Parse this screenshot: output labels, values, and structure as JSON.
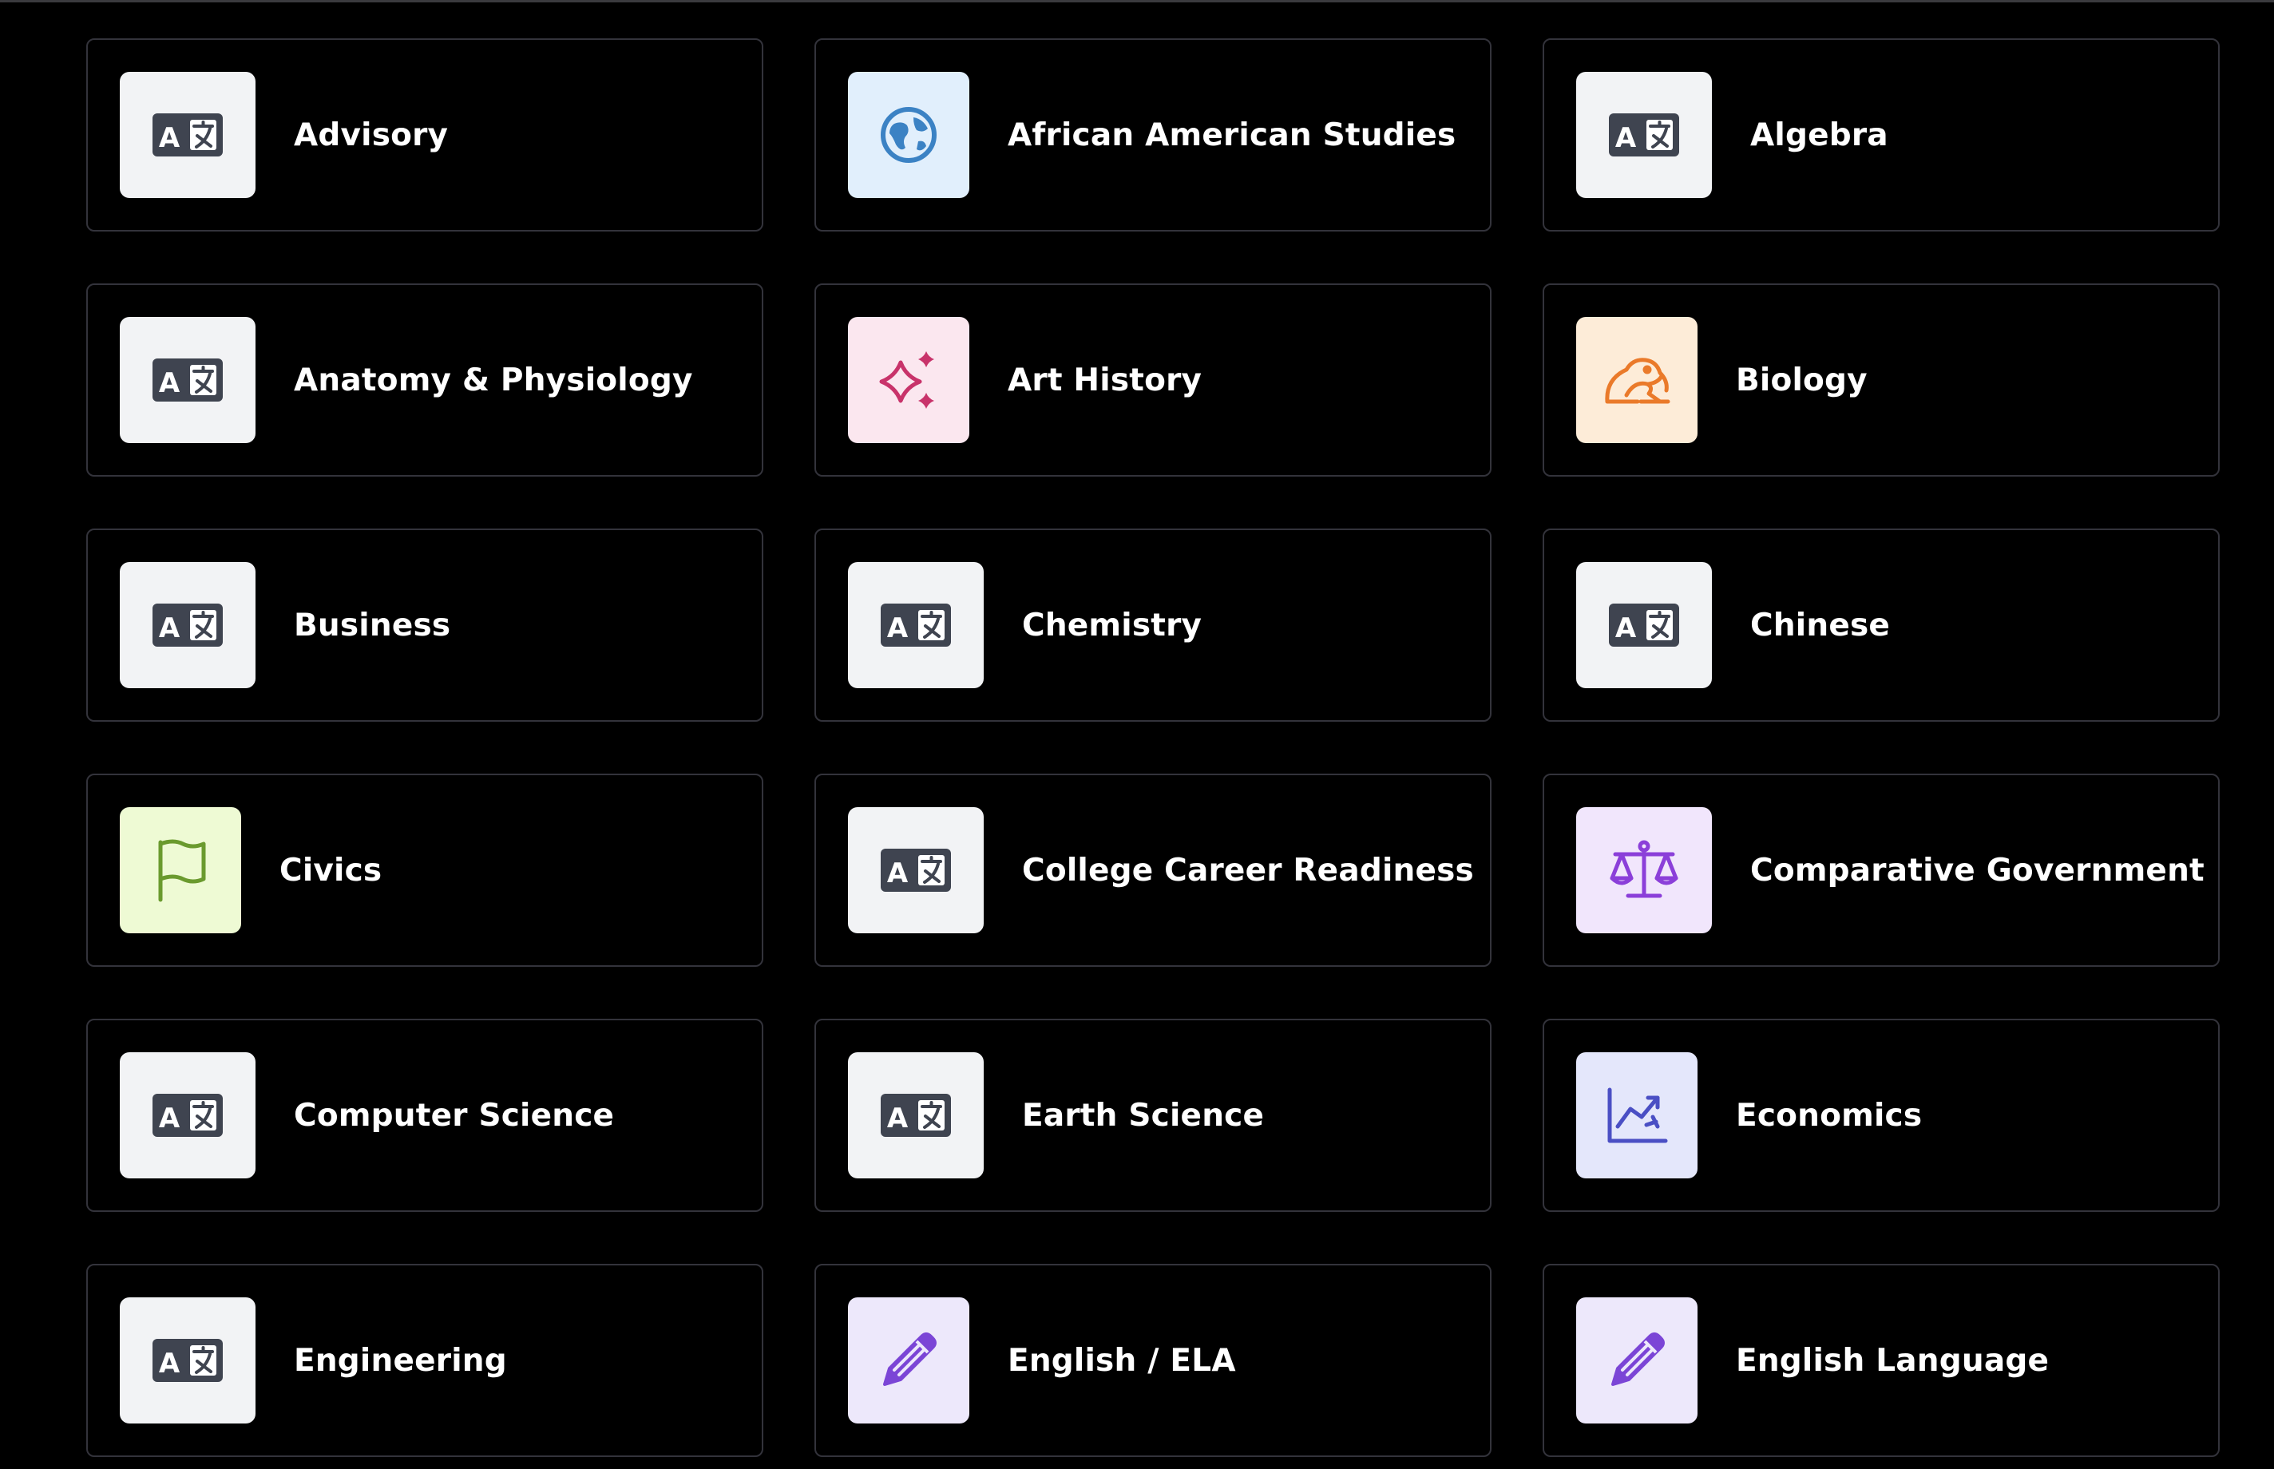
{
  "colors": {
    "background": "#000000",
    "card_border": "#33333b",
    "label_text": "#ffffff",
    "tile_gray": "#f2f3f5",
    "glyph_gray": "#3f4450"
  },
  "subjects": [
    {
      "label": "Advisory",
      "icon": "translate-icon",
      "tile": "#f2f3f5",
      "stroke": "#3f4450"
    },
    {
      "label": "African American Studies",
      "icon": "globe-icon",
      "tile": "#e1effc",
      "stroke": "#3b82c4"
    },
    {
      "label": "Algebra",
      "icon": "translate-icon",
      "tile": "#f2f3f5",
      "stroke": "#3f4450"
    },
    {
      "label": "Anatomy & Physiology",
      "icon": "translate-icon",
      "tile": "#f2f3f5",
      "stroke": "#3f4450"
    },
    {
      "label": "Art History",
      "icon": "sparkles-icon",
      "tile": "#fbe7ef",
      "stroke": "#c8336a"
    },
    {
      "label": "Biology",
      "icon": "frog-icon",
      "tile": "#fdecd8",
      "stroke": "#ea7a2a"
    },
    {
      "label": "Business",
      "icon": "translate-icon",
      "tile": "#f2f3f5",
      "stroke": "#3f4450"
    },
    {
      "label": "Chemistry",
      "icon": "translate-icon",
      "tile": "#f2f3f5",
      "stroke": "#3f4450"
    },
    {
      "label": "Chinese",
      "icon": "translate-icon",
      "tile": "#f2f3f5",
      "stroke": "#3f4450"
    },
    {
      "label": "Civics",
      "icon": "flag-icon",
      "tile": "#eefad4",
      "stroke": "#6a9a2e"
    },
    {
      "label": "College Career Readiness",
      "icon": "translate-icon",
      "tile": "#f2f3f5",
      "stroke": "#3f4450"
    },
    {
      "label": "Comparative Government",
      "icon": "scale-icon",
      "tile": "#f1e6fc",
      "stroke": "#8b3fd9"
    },
    {
      "label": "Computer Science",
      "icon": "translate-icon",
      "tile": "#f2f3f5",
      "stroke": "#3f4450"
    },
    {
      "label": "Earth Science",
      "icon": "translate-icon",
      "tile": "#f2f3f5",
      "stroke": "#3f4450"
    },
    {
      "label": "Economics",
      "icon": "chart-line-icon",
      "tile": "#e4e7fb",
      "stroke": "#4a4fc4"
    },
    {
      "label": "Engineering",
      "icon": "translate-icon",
      "tile": "#f2f3f5",
      "stroke": "#3f4450"
    },
    {
      "label": "English / ELA",
      "icon": "pencil-icon",
      "tile": "#ede8fb",
      "stroke": "#7b45d6"
    },
    {
      "label": "English Language",
      "icon": "pencil-icon",
      "tile": "#ede8fb",
      "stroke": "#7b45d6"
    }
  ]
}
